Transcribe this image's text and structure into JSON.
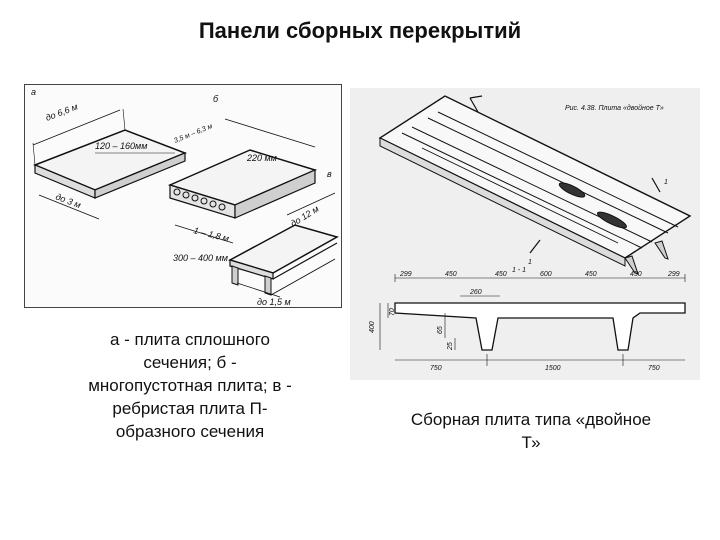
{
  "slide": {
    "title": "Панели сборных перекрытий"
  },
  "figure_left": {
    "labels": {
      "a": "а",
      "b": "б",
      "v": "в",
      "len_a": "до 6,6 м",
      "thick_a": "120 – 160мм",
      "width_a": "до 3 м",
      "len_b": "3,5 м – 6,3 м",
      "thick_b": "220 мм",
      "width_b": "1 – 1,8 м",
      "rib_depth": "300 – 400 мм",
      "len_v": "до 12 м",
      "width_v": "до 1,5 м"
    }
  },
  "caption_left": {
    "lines": [
      "а - плита сплошного",
      "сечения; б -",
      "многопустотная плита; в -",
      "ребристая плита П-",
      "образного сечения"
    ]
  },
  "figure_right": {
    "fig_caption": "Рис. 4.38. Плита «двойное Т»",
    "section_mark": "1 - 1",
    "marks": {
      "cut1": "1",
      "cut2": "1"
    },
    "dims_top": [
      "299",
      "450",
      "450",
      "600",
      "450",
      "450",
      "299"
    ],
    "dim_260": "260",
    "dims_side": [
      "400",
      "70",
      "65",
      "25"
    ],
    "dims_bottom": [
      "750",
      "1500",
      "750"
    ]
  },
  "caption_right": {
    "lines": [
      "Сборная плита типа «двойное",
      "Т»"
    ]
  }
}
